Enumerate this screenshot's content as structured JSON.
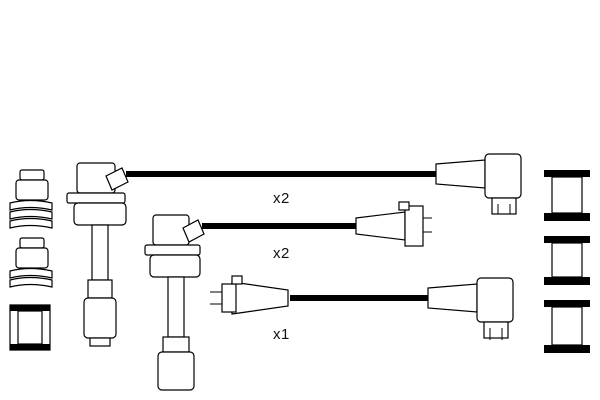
{
  "diagram": {
    "parts": [
      {
        "name": "spark-plug-boot",
        "count": 2
      },
      {
        "name": "coil-boot",
        "count": 3
      },
      {
        "name": "long-coil-tube",
        "count": 2
      }
    ],
    "cables": [
      {
        "name": "ignition-lead-1",
        "quantity_label": "x2"
      },
      {
        "name": "ignition-lead-2",
        "quantity_label": "x2"
      },
      {
        "name": "ignition-lead-3",
        "quantity_label": "x1"
      }
    ],
    "colors": {
      "ink": "#000000",
      "background": "#ffffff"
    }
  }
}
